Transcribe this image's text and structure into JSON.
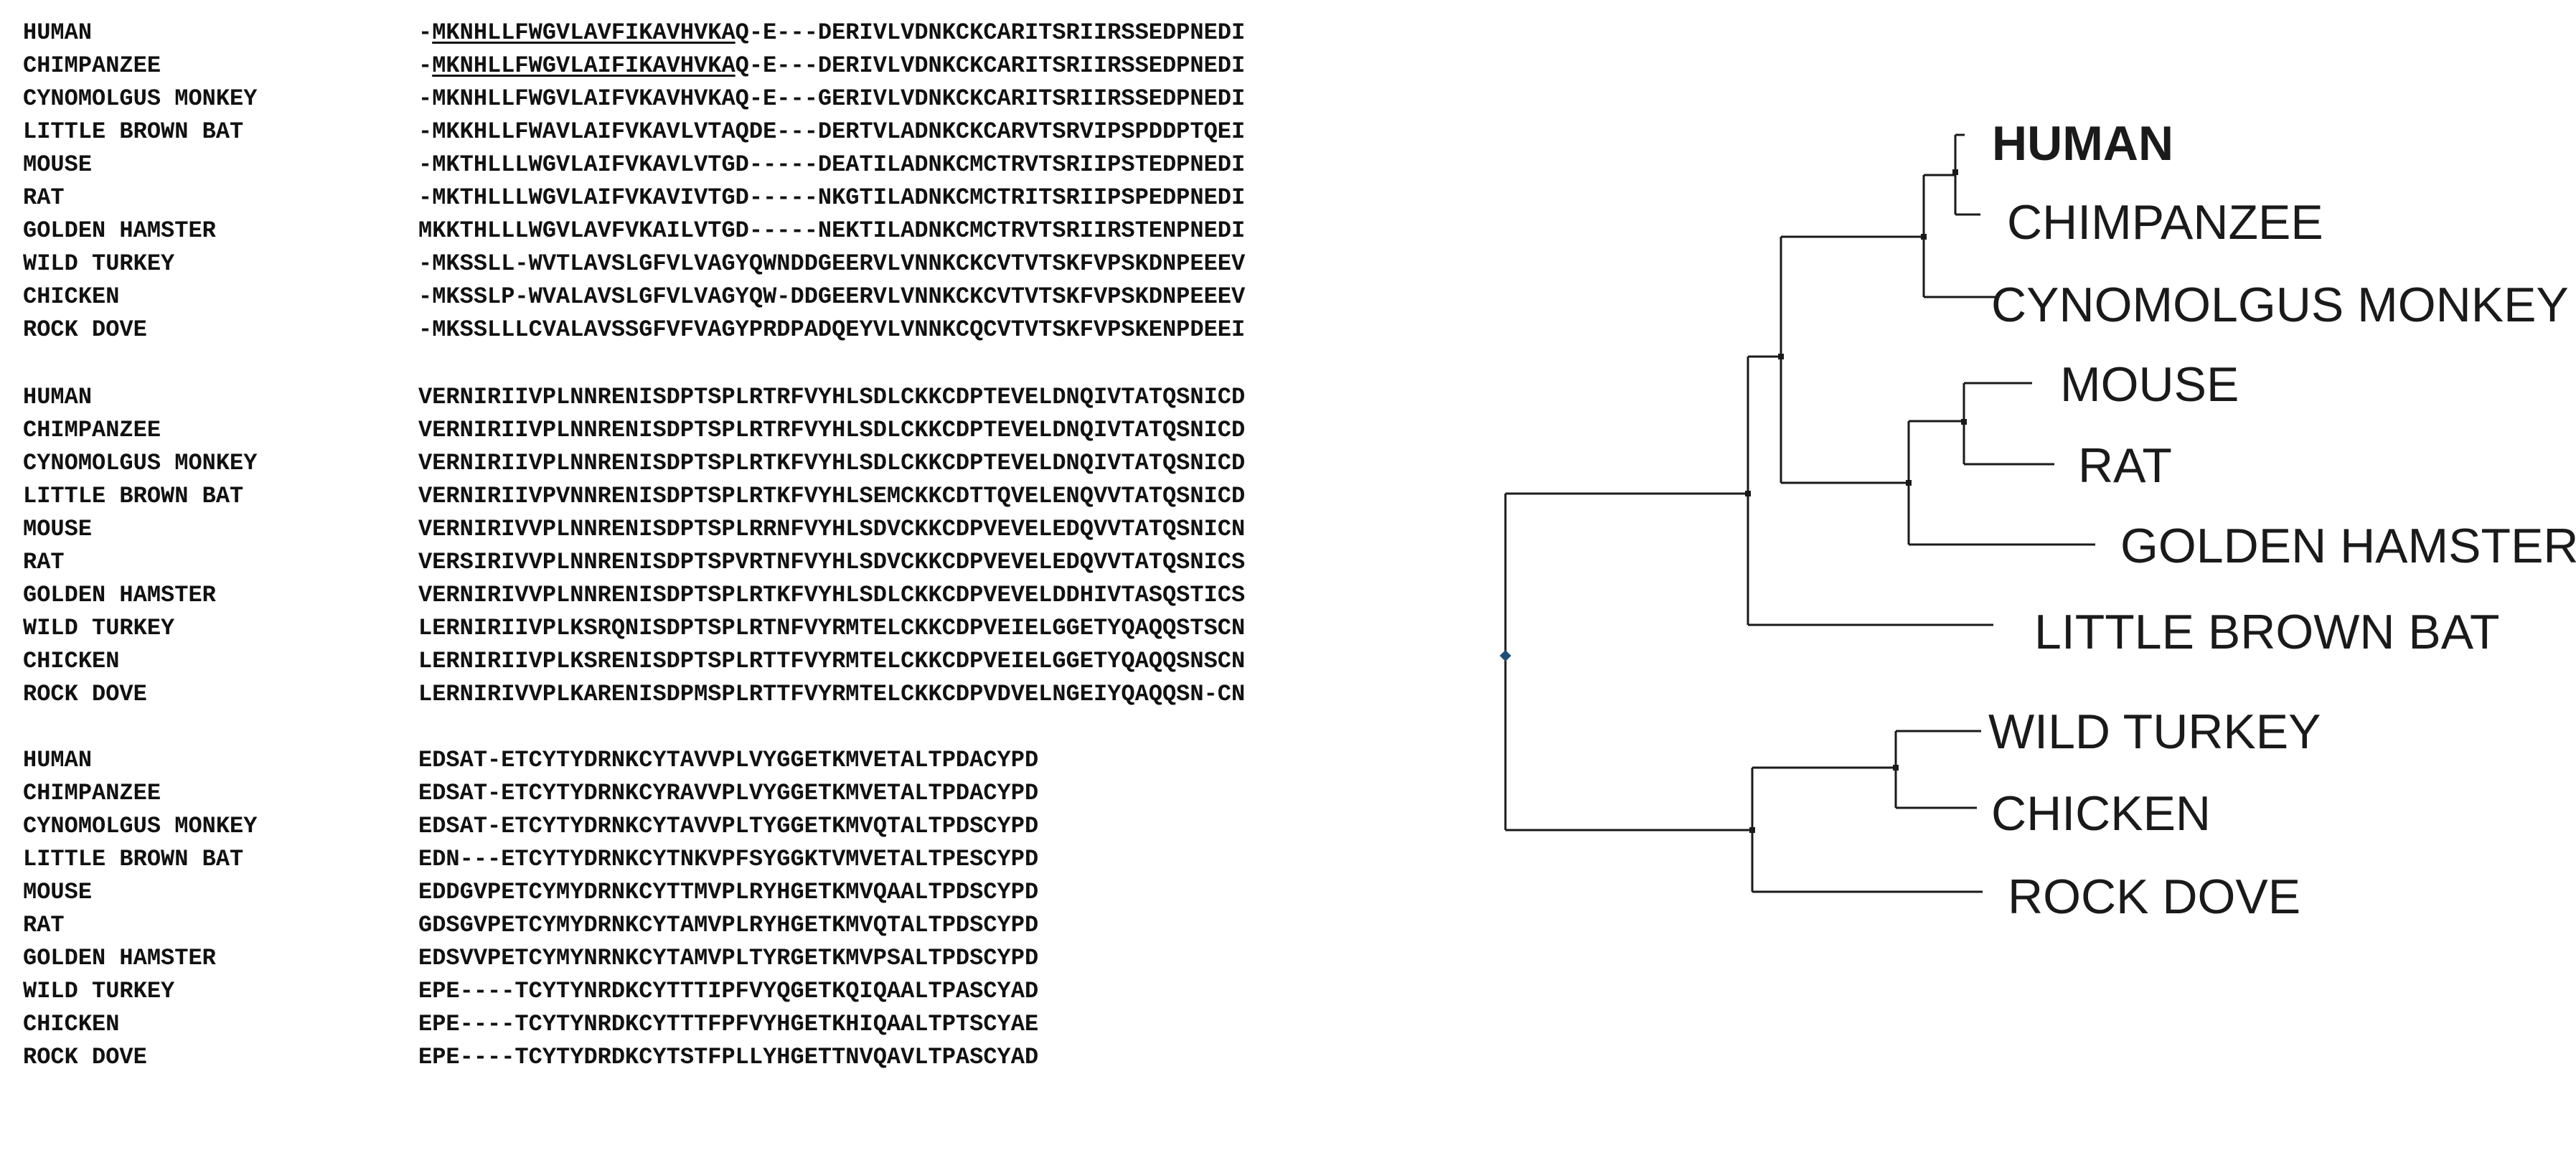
{
  "alignment": {
    "blocks": [
      {
        "rows": [
          {
            "species": "HUMAN",
            "sequence_pre": "-",
            "sequence_underlined": "MKNHLLFWGVLAVFIKAVHVKA",
            "sequence_post": "Q-E---DERIVLVDNKCKCARITSRIIRSSEDPNEDI"
          },
          {
            "species": "CHIMPANZEE",
            "sequence_pre": "-",
            "sequence_underlined": "MKNHLLFWGVLAIFIKAVHVKA",
            "sequence_post": "Q-E---DERIVLVDNKCKCARITSRIIRSSEDPNEDI"
          },
          {
            "species": "CYNOMOLGUS MONKEY",
            "sequence_pre": "-MKNHLLFWGVLAIFVKAVHVKAQ-E---GERIVLVDNKCKCARITSRIIRSSEDPNEDI",
            "sequence_underlined": "",
            "sequence_post": ""
          },
          {
            "species": "LITTLE BROWN BAT",
            "sequence_pre": "-MKKHLLFWAVLAIFVKAVLVTAQDE---DERTVLADNKCKCARVTSRVIPSPDDPTQEI",
            "sequence_underlined": "",
            "sequence_post": ""
          },
          {
            "species": "MOUSE",
            "sequence_pre": "-MKTHLLLWGVLAIFVKAVLVTGD-----DEATILADNKCMCTRVTSRIIPSTEDPNEDI",
            "sequence_underlined": "",
            "sequence_post": ""
          },
          {
            "species": "RAT",
            "sequence_pre": "-MKTHLLLWGVLAIFVKAVIVTGD-----NKGTILADNKCMCTRITSRIIPSPEDPNEDI",
            "sequence_underlined": "",
            "sequence_post": ""
          },
          {
            "species": "GOLDEN HAMSTER",
            "sequence_pre": "MKKTHLLLWGVLAVFVKAILVTGD-----NEKTILADNKCMCTRVTSRIIRSTENPNEDI",
            "sequence_underlined": "",
            "sequence_post": ""
          },
          {
            "species": "WILD TURKEY",
            "sequence_pre": "-MKSSLL-WVTLAVSLGFVLVAGYQWNDDGEERVLVNNKCKCVTVTSKFVPSKDNPEEEV",
            "sequence_underlined": "",
            "sequence_post": ""
          },
          {
            "species": "CHICKEN",
            "sequence_pre": "-MKSSLP-WVALAVSLGFVLVAGYQW-DDGEERVLVNNKCKCVTVTSKFVPSKDNPEEEV",
            "sequence_underlined": "",
            "sequence_post": ""
          },
          {
            "species": "ROCK DOVE",
            "sequence_pre": "-MKSSLLLCVALAVSSGFVFVAGYPRDPADQEYVLVNNKCQCVTVTSKFVPSKENPDEEI",
            "sequence_underlined": "",
            "sequence_post": ""
          }
        ]
      },
      {
        "rows": [
          {
            "species": "HUMAN",
            "sequence_pre": "VERNIRIIVPLNNRENISDPTSPLRTRFVYHLSDLCKKCDPTEVELDNQIVTATQSNICD",
            "sequence_underlined": "",
            "sequence_post": ""
          },
          {
            "species": "CHIMPANZEE",
            "sequence_pre": "VERNIRIIVPLNNRENISDPTSPLRTRFVYHLSDLCKKCDPTEVELDNQIVTATQSNICD",
            "sequence_underlined": "",
            "sequence_post": ""
          },
          {
            "species": "CYNOMOLGUS MONKEY",
            "sequence_pre": "VERNIRIIVPLNNRENISDPTSPLRTKFVYHLSDLCKKCDPTEVELDNQIVTATQSNICD",
            "sequence_underlined": "",
            "sequence_post": ""
          },
          {
            "species": "LITTLE BROWN BAT",
            "sequence_pre": "VERNIRIIVPVNNRENISDPTSPLRTKFVYHLSEMCKKCDTTQVELENQVVTATQSNICD",
            "sequence_underlined": "",
            "sequence_post": ""
          },
          {
            "species": "MOUSE",
            "sequence_pre": "VERNIRIVVPLNNRENISDPTSPLRRNFVYHLSDVCKKCDPVEVELEDQVVTATQSNICN",
            "sequence_underlined": "",
            "sequence_post": ""
          },
          {
            "species": "RAT",
            "sequence_pre": "VERSIRIVVPLNNRENISDPTSPVRTNFVYHLSDVCKKCDPVEVELEDQVVTATQSNICS",
            "sequence_underlined": "",
            "sequence_post": ""
          },
          {
            "species": "GOLDEN HAMSTER",
            "sequence_pre": "VERNIRIVVPLNNRENISDPTSPLRTKFVYHLSDLCKKCDPVEVELDDHIVTASQSTICS",
            "sequence_underlined": "",
            "sequence_post": ""
          },
          {
            "species": "WILD TURKEY",
            "sequence_pre": "LERNIRIIVPLKSRQNISDPTSPLRTNFVYRMTELCKKCDPVEIELGGETYQAQQSTSCN",
            "sequence_underlined": "",
            "sequence_post": ""
          },
          {
            "species": "CHICKEN",
            "sequence_pre": "LERNIRIIVPLKSRENISDPTSPLRTTFVYRMTELCKKCDPVEIELGGETYQAQQSNSCN",
            "sequence_underlined": "",
            "sequence_post": ""
          },
          {
            "species": "ROCK DOVE",
            "sequence_pre": "LERNIRIVVPLKARENISDPMSPLRTTFVYRMTELCKKCDPVDVELNGEIYQAQQSN-CN",
            "sequence_underlined": "",
            "sequence_post": ""
          }
        ]
      },
      {
        "rows": [
          {
            "species": "HUMAN",
            "sequence_pre": "EDSAT-ETCYTYDRNKCYTAVVPLVYGGETKMVETALTPDACYPD",
            "sequence_underlined": "",
            "sequence_post": ""
          },
          {
            "species": "CHIMPANZEE",
            "sequence_pre": "EDSAT-ETCYTYDRNKCYRAVVPLVYGGETKMVETALTPDACYPD",
            "sequence_underlined": "",
            "sequence_post": ""
          },
          {
            "species": "CYNOMOLGUS MONKEY",
            "sequence_pre": "EDSAT-ETCYTYDRNKCYTAVVPLTYGGETKMVQTALTPDSCYPD",
            "sequence_underlined": "",
            "sequence_post": ""
          },
          {
            "species": "LITTLE BROWN BAT",
            "sequence_pre": "EDN---ETCYTYDRNKCYTNKVPFSYGGKTVMVETALTPESCYPD",
            "sequence_underlined": "",
            "sequence_post": ""
          },
          {
            "species": "MOUSE",
            "sequence_pre": "EDDGVPETCYMYDRNKCYTTMVPLRYHGETKMVQAALTPDSCYPD",
            "sequence_underlined": "",
            "sequence_post": ""
          },
          {
            "species": "RAT",
            "sequence_pre": "GDSGVPETCYMYDRNKCYTAMVPLRYHGETKMVQTALTPDSCYPD",
            "sequence_underlined": "",
            "sequence_post": ""
          },
          {
            "species": "GOLDEN HAMSTER",
            "sequence_pre": "EDSVVPETCYMYNRNKCYTAMVPLTYRGETKMVPSALTPDSCYPD",
            "sequence_underlined": "",
            "sequence_post": ""
          },
          {
            "species": "WILD TURKEY",
            "sequence_pre": "EPE----TCYTYNRDKCYTTTIPFVYQGETKQIQAALTPASCYAD",
            "sequence_underlined": "",
            "sequence_post": ""
          },
          {
            "species": "CHICKEN",
            "sequence_pre": "EPE----TCYTYNRDKCYTTTFPFVYHGETKHIQAALTPTSCYAE",
            "sequence_underlined": "",
            "sequence_post": ""
          },
          {
            "species": "ROCK DOVE",
            "sequence_pre": "EPE----TCYTYDRDKCYTSTFPLLYHGETTNVQAVLTPASCYAD",
            "sequence_underlined": "",
            "sequence_post": ""
          }
        ]
      }
    ]
  },
  "tree": {
    "leaves": [
      {
        "name": "HUMAN",
        "bold": true
      },
      {
        "name": "CHIMPANZEE",
        "bold": false
      },
      {
        "name": "CYNOMOLGUS MONKEY",
        "bold": false
      },
      {
        "name": "MOUSE",
        "bold": false
      },
      {
        "name": "RAT",
        "bold": false
      },
      {
        "name": "GOLDEN HAMSTER",
        "bold": false
      },
      {
        "name": "LITTLE BROWN BAT",
        "bold": false
      },
      {
        "name": "WILD TURKEY",
        "bold": false
      },
      {
        "name": "CHICKEN",
        "bold": false
      },
      {
        "name": "ROCK DOVE",
        "bold": false
      }
    ],
    "line_color": "#1a1a1a",
    "root_marker_color": "#1f4e79"
  }
}
